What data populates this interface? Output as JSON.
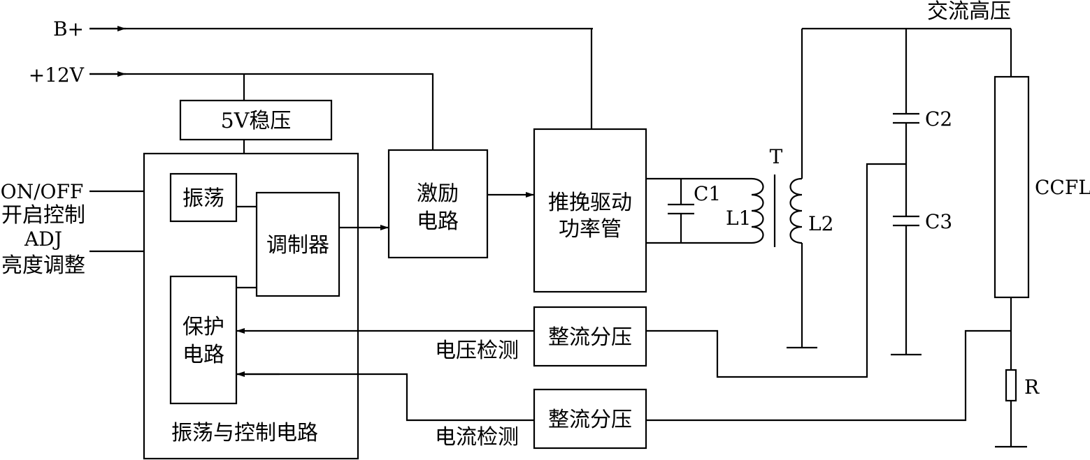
{
  "inputs": {
    "b_plus": "B+",
    "v12": "+12V",
    "onoff": "ON/OFF",
    "onoff_cn": "开启控制",
    "adj": "ADJ",
    "adj_cn": "亮度调整"
  },
  "blocks": {
    "reg5v": "5V稳压",
    "oscillator": "振荡",
    "modulator": "调制器",
    "protection_l1": "保护",
    "protection_l2": "电路",
    "osc_ctrl": "振荡与控制电路",
    "excite_l1": "激励",
    "excite_l2": "电路",
    "pushpull_l1": "推挽驱动",
    "pushpull_l2": "功率管",
    "rect_v": "整流分压",
    "rect_i": "整流分压"
  },
  "labels": {
    "voltage_detect": "电压检测",
    "current_detect": "电流检测",
    "ac_hv": "交流高压",
    "transformer": "T",
    "c1": "C1",
    "l1": "L1",
    "l2": "L2",
    "c2": "C2",
    "c3": "C3",
    "ccfl": "CCFL",
    "r": "R"
  }
}
